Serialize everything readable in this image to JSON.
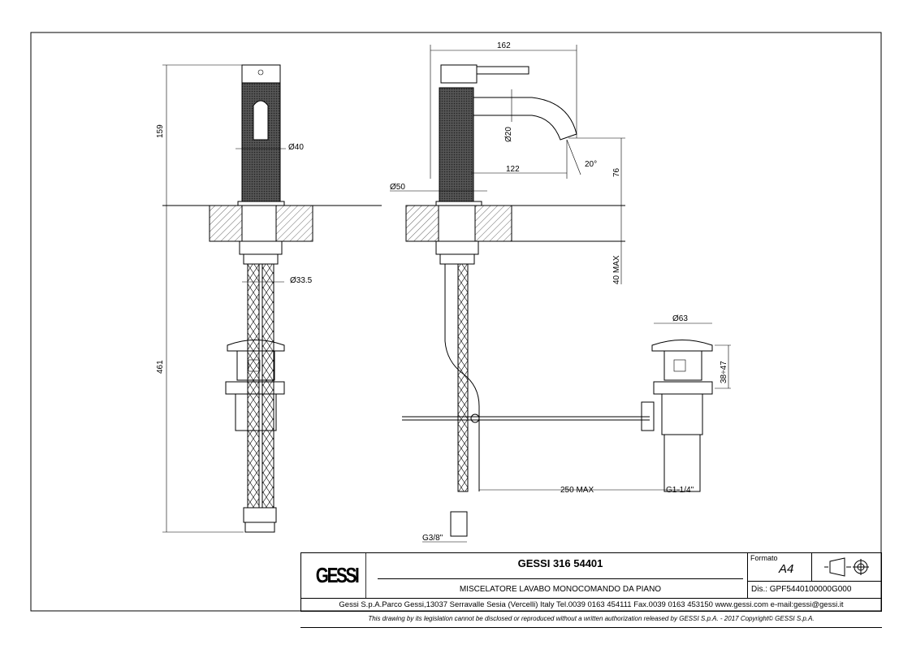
{
  "title_block": {
    "logo": "GESSI",
    "product_code": "GESSI 316 54401",
    "description": "MISCELATORE LAVABO MONOCOMANDO DA PIANO",
    "format_label": "Formato",
    "format_value": "A4",
    "drawing_number": "Dis.: GPF5440100000G000",
    "address": "Gessi S.p.A.Parco Gessi,13037 Serravalle Sesia (Vercelli) Italy Tel.0039 0163 454111 Fax.0039 0163 453150 www.gessi.com e-mail:gessi@gessi.it",
    "disclaimer": "This drawing by its legislation cannot be disclosed or reproduced without a written authorization released by GESSI S.p.A. - 2017 Copyright© GESSI S.p.A."
  },
  "dimensions": {
    "d159": "159",
    "d461": "461",
    "d40": "Ø40",
    "d33_5": "Ø33.5",
    "d162": "162",
    "d20": "Ø20",
    "d122": "122",
    "angle": "20°",
    "d76": "76",
    "d50": "Ø50",
    "d40max": "40 MAX",
    "d63": "Ø63",
    "d38_47": "38÷47",
    "d250max": "250 MAX",
    "g1": "G1-1/4\"",
    "g38": "G3/8\""
  }
}
